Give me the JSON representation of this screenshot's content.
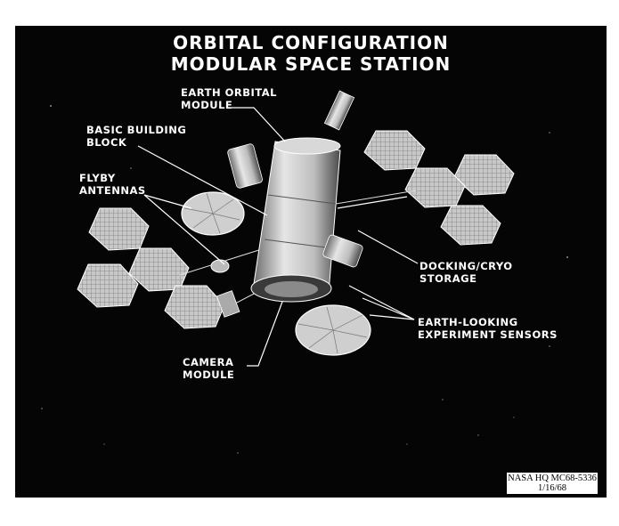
{
  "title": {
    "line1": "ORBITAL CONFIGURATION",
    "line2": "MODULAR SPACE STATION"
  },
  "labels": {
    "earth_orbital_module": [
      "EARTH ORBITAL",
      "MODULE"
    ],
    "basic_building_block": [
      "BASIC BUILDING",
      "BLOCK"
    ],
    "flyby_antennas": [
      "FLYBY",
      "ANTENNAS"
    ],
    "docking_cryo_storage": [
      "DOCKING/CRYO",
      "STORAGE"
    ],
    "earth_looking_sensors": [
      "EARTH-LOOKING",
      "EXPERIMENT SENSORS"
    ],
    "camera_module": [
      "CAMERA",
      "MODULE"
    ]
  },
  "caption": {
    "line1": "NASA HQ MC68-5336",
    "line2": "1/16/68"
  },
  "colors": {
    "background": "#050505",
    "panel": "#bdbdbd",
    "hull": "#cfcfcf",
    "text": "#ffffff"
  }
}
